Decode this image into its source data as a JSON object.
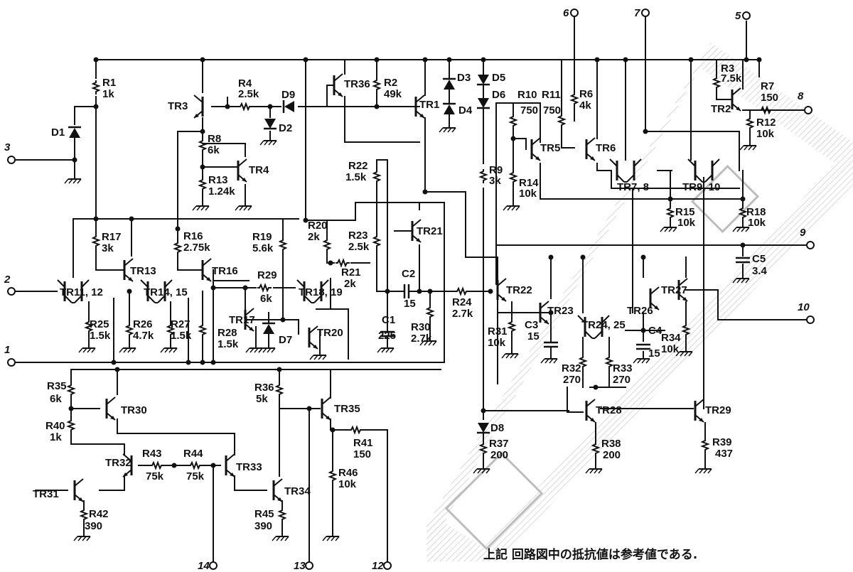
{
  "terminals": [
    "1",
    "2",
    "3",
    "5",
    "6",
    "7",
    "8",
    "9",
    "10",
    "12",
    "13",
    "14"
  ],
  "resistors": [
    {
      "ref": "R1",
      "val": "1k"
    },
    {
      "ref": "R2",
      "val": "49k"
    },
    {
      "ref": "R3",
      "val": "7.5k"
    },
    {
      "ref": "R4",
      "val": "2.5k"
    },
    {
      "ref": "R6",
      "val": "4k"
    },
    {
      "ref": "R7",
      "val": "150"
    },
    {
      "ref": "R8",
      "val": "6k"
    },
    {
      "ref": "R9",
      "val": "3k"
    },
    {
      "ref": "R10",
      "val": "750"
    },
    {
      "ref": "R11",
      "val": "750"
    },
    {
      "ref": "R12",
      "val": "10k"
    },
    {
      "ref": "R13",
      "val": "1.24k"
    },
    {
      "ref": "R14",
      "val": "10k"
    },
    {
      "ref": "R15",
      "val": "10k"
    },
    {
      "ref": "R16",
      "val": "2.75k"
    },
    {
      "ref": "R17",
      "val": "3k"
    },
    {
      "ref": "R18",
      "val": "10k"
    },
    {
      "ref": "R19",
      "val": "5.6k"
    },
    {
      "ref": "R20",
      "val": "2k"
    },
    {
      "ref": "R21",
      "val": "2k"
    },
    {
      "ref": "R22",
      "val": "1.5k"
    },
    {
      "ref": "R23",
      "val": "2.5k"
    },
    {
      "ref": "R24",
      "val": "2.7k"
    },
    {
      "ref": "R25",
      "val": "1.5k"
    },
    {
      "ref": "R26",
      "val": "4.7k"
    },
    {
      "ref": "R27",
      "val": "1.5k"
    },
    {
      "ref": "R28",
      "val": "1.5k"
    },
    {
      "ref": "R29",
      "val": "6k"
    },
    {
      "ref": "R30",
      "val": "2.7k"
    },
    {
      "ref": "R31",
      "val": "10k"
    },
    {
      "ref": "R32",
      "val": "270"
    },
    {
      "ref": "R33",
      "val": "270"
    },
    {
      "ref": "R34",
      "val": "10k"
    },
    {
      "ref": "R35",
      "val": "6k"
    },
    {
      "ref": "R36",
      "val": "5k"
    },
    {
      "ref": "R37",
      "val": "200"
    },
    {
      "ref": "R38",
      "val": "200"
    },
    {
      "ref": "R39",
      "val": "437"
    },
    {
      "ref": "R40",
      "val": "1k"
    },
    {
      "ref": "R41",
      "val": "150"
    },
    {
      "ref": "R42",
      "val": "390"
    },
    {
      "ref": "R43",
      "val": "75k"
    },
    {
      "ref": "R44",
      "val": "75k"
    },
    {
      "ref": "R45",
      "val": "390"
    },
    {
      "ref": "R46",
      "val": "10k"
    }
  ],
  "capacitors": [
    {
      "ref": "C1",
      "val": "225"
    },
    {
      "ref": "C2",
      "val": "15"
    },
    {
      "ref": "C3",
      "val": "15"
    },
    {
      "ref": "C4",
      "val": "15"
    },
    {
      "ref": "C5",
      "val": "3.4"
    }
  ],
  "diodes": [
    "D1",
    "D2",
    "D3",
    "D4",
    "D5",
    "D6",
    "D7",
    "D8",
    "D9"
  ],
  "transistors": [
    "TR1",
    "TR2",
    "TR3",
    "TR4",
    "TR5",
    "TR6",
    "TR7, 8",
    "TR9, 10",
    "TR11, 12",
    "TR13",
    "TR14, 15",
    "TR16",
    "TR17",
    "TR18, 19",
    "TR20",
    "TR21",
    "TR22",
    "TR23",
    "TR24, 25",
    "TR26",
    "TR27",
    "TR28",
    "TR29",
    "TR30",
    "TR31",
    "TR32",
    "TR33",
    "TR34",
    "TR35",
    "TR36"
  ],
  "note": "上記 回路図中の抵抗値は参考値である."
}
